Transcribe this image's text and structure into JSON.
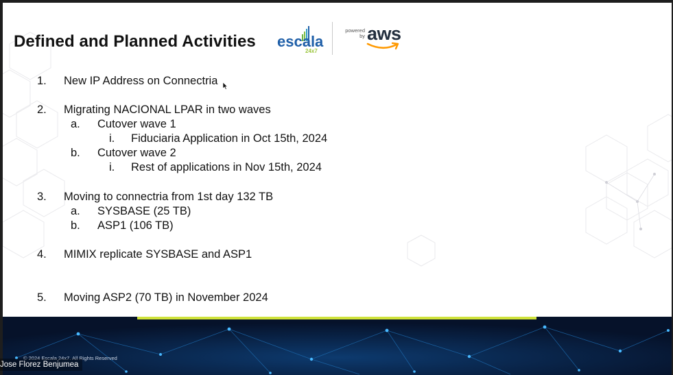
{
  "slide": {
    "title": "Defined and Planned Activities",
    "brand": {
      "escala_text": "escala",
      "escala_sub": "24x7",
      "powered_by": "powered by",
      "aws": "aws"
    },
    "items": [
      {
        "marker": "1.",
        "text": "New IP Address on Connectria"
      },
      {
        "marker": "2.",
        "text": "Migrating NACIONAL LPAR in two waves"
      },
      {
        "marker": "a.",
        "text": "Cutover wave 1"
      },
      {
        "marker": "i.",
        "text": "Fiduciaria Application in Oct 15th, 2024"
      },
      {
        "marker": "b.",
        "text": "Cutover wave 2"
      },
      {
        "marker": "i.",
        "text": "Rest of applications in Nov 15th, 2024"
      },
      {
        "marker": "3.",
        "text": "Moving to connectria from 1st day 132 TB"
      },
      {
        "marker": "a.",
        "text": "SYSBASE (25 TB)"
      },
      {
        "marker": "b.",
        "text": "ASP1 (106 TB)"
      },
      {
        "marker": "4.",
        "text": "MIMIX replicate SYSBASE and ASP1"
      },
      {
        "marker": "5.",
        "text": "Moving ASP2 (70 TB) in November 2024"
      }
    ],
    "footer": {
      "copyright": "© 2024 Escala 24x7. All Rights Reserved"
    }
  },
  "participant": {
    "name": "Jose Florez Benjumea"
  },
  "colors": {
    "accent": "#cfe23a",
    "footer_bg": "#07142a",
    "aws_orange": "#ff9900",
    "escala_blue": "#1f5fa8",
    "escala_green": "#9bc53d"
  }
}
